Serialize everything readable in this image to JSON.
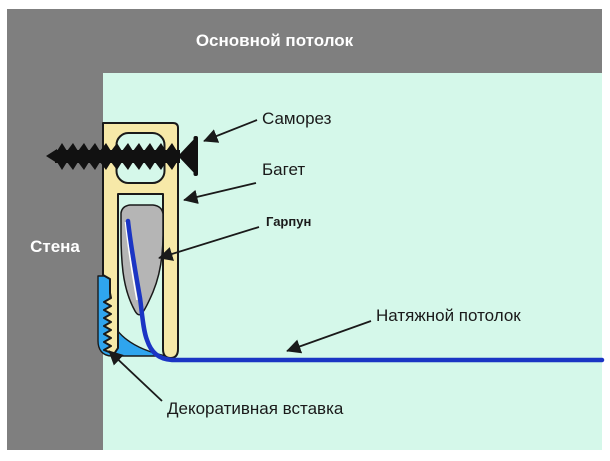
{
  "scene": {
    "main_ceiling_label": "Основной потолок",
    "wall_label": "Стена"
  },
  "callouts": {
    "screw": "Саморез",
    "baguette": "Багет",
    "harpoon": "Гарпун",
    "stretch_ceiling": "Натяжной потолок",
    "decorative_insert": "Декоративная вставка"
  },
  "colors": {
    "wall_gray": "#7f7f7f",
    "room_background": "#d5f8ea",
    "profile_yellow": "#f7e9a8",
    "harpoon_gray": "#b5b5b5",
    "membrane_blue": "#1b35c4",
    "insert_blue": "#2fa5ee",
    "screw_black": "#111111",
    "outline": "#1a1a1a",
    "label_text": "#1a1a1a",
    "wall_text": "#ffffff"
  }
}
